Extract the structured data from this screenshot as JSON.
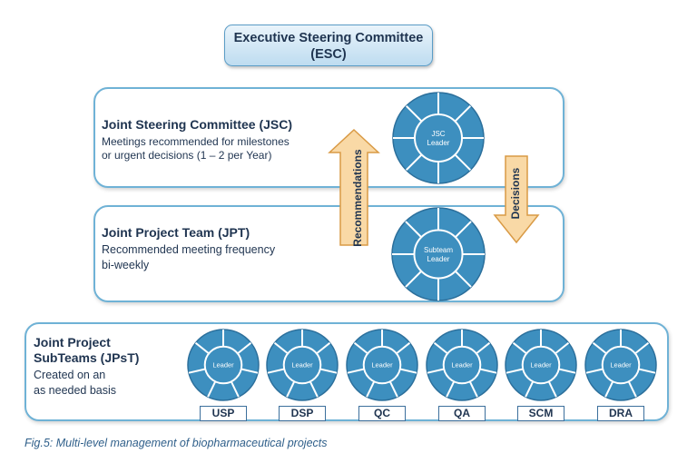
{
  "esc": {
    "line1": "Executive Steering Committee",
    "line2": "(ESC)"
  },
  "jsc": {
    "title": "Joint Steering Committee (JSC)",
    "desc1": "Meetings recommended for milestones",
    "desc2": "or urgent decisions (1 – 2 per Year)",
    "wheel_label1": "JSC",
    "wheel_label2": "Leader"
  },
  "jpt": {
    "title": "Joint Project Team (JPT)",
    "desc1": "Recommended meeting frequency",
    "desc2": "bi-weekly",
    "wheel_label1": "Subteam",
    "wheel_label2": "Leader"
  },
  "jpst": {
    "title1": "Joint Project",
    "title2": "SubTeams (JPsT)",
    "desc1": "Created on an",
    "desc2": "as needed basis",
    "wheel_label": "Leader",
    "teams": [
      "USP",
      "DSP",
      "QC",
      "QA",
      "SCM",
      "DRA"
    ]
  },
  "arrows": {
    "up": "Recommendations",
    "down": "Decisions"
  },
  "caption": "Fig.5: Multi-level management of biopharmaceutical projects",
  "colors": {
    "wheel": "#3d8fbf",
    "wheel_rim": "#2c6f9b",
    "arrow_fill": "#f9d9a6",
    "arrow_stroke": "#d99a45",
    "tier_border": "#6fb2d6"
  }
}
